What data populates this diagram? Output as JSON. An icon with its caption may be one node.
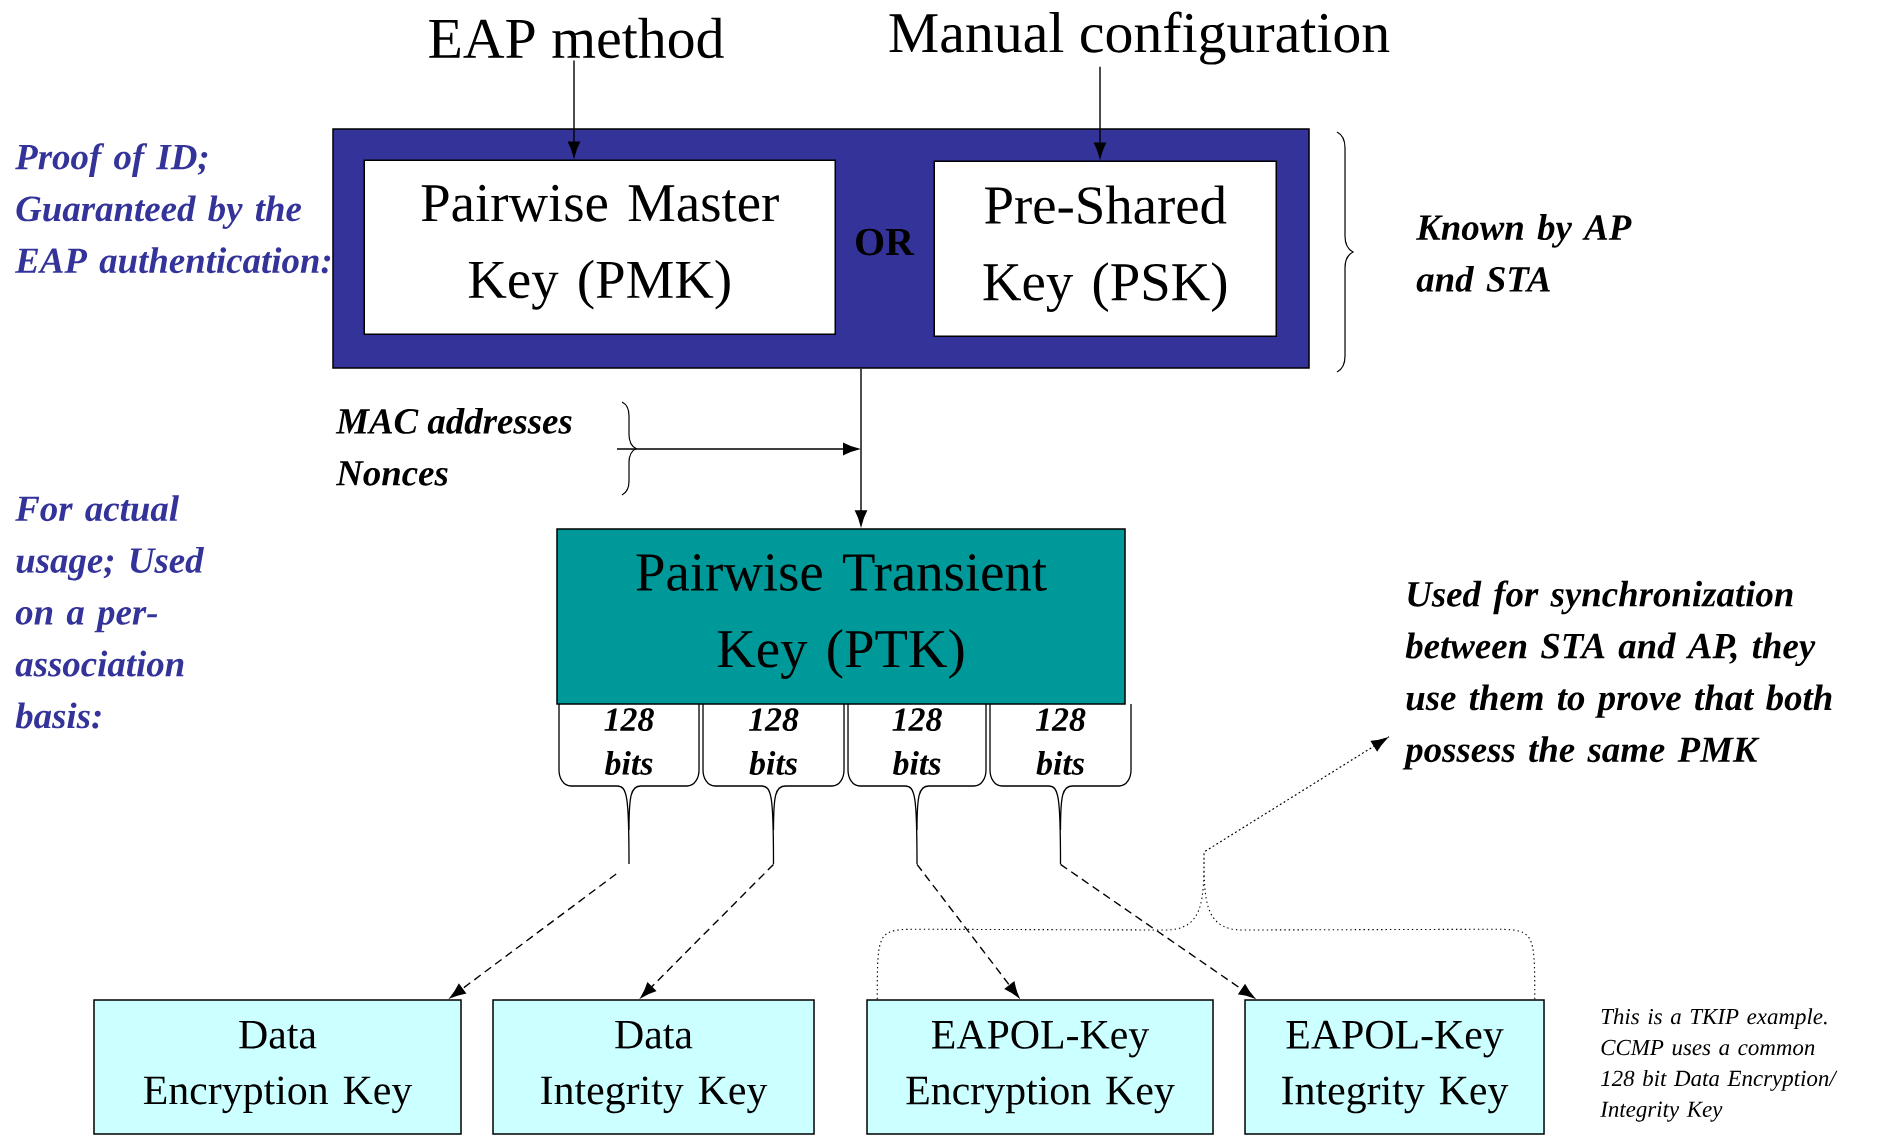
{
  "diagram": {
    "nodes": [
      {
        "text": [
          "EAP method"
        ]
      },
      {
        "text": [
          "Manual configuration"
        ]
      },
      {
        "text": [
          "OR"
        ],
        "beside": [
          "Known by AP and STA"
        ]
      },
      {
        "text": [
          "Pairwise Master Key (PMK)"
        ],
        "in": 2
      },
      {
        "text": [
          "Pre-Shared Key (PSK)"
        ],
        "in": 2
      },
      {
        "text": [
          "MAC addresses",
          "Nonces"
        ]
      },
      {
        "text": [
          "Pairwise Transient Key (PTK)"
        ]
      },
      {
        "text": [
          "128 bits"
        ]
      },
      {
        "text": [
          "128 bits"
        ]
      },
      {
        "text": [
          "128 bits"
        ]
      },
      {
        "text": [
          "128 bits"
        ]
      },
      {
        "text": [
          "Data Encryption Key"
        ]
      },
      {
        "text": [
          "Data Integrity Key"
        ]
      },
      {
        "text": [
          "EAPOL-Key Encryption Key"
        ]
      },
      {
        "text": [
          "EAPOL-Key Integrity Key"
        ]
      },
      {
        "text": [
          "Used for synchronization between STA and AP, they use them to prove that both possess the same PMK"
        ]
      }
    ],
    "edges": [
      {
        "from": 0,
        "to": 3,
        "arrow": "to"
      },
      {
        "from": 1,
        "to": 4,
        "arrow": "to"
      },
      {
        "from": 2,
        "to": 6,
        "arrow": "to"
      },
      {
        "from": 5,
        "to": null,
        "arrow": "to"
      },
      {
        "from": 7,
        "to": 11,
        "arrow": "to",
        "style": "dashed"
      },
      {
        "from": 8,
        "to": 12,
        "arrow": "to",
        "style": "dashed"
      },
      {
        "from": 9,
        "to": 13,
        "arrow": "to",
        "style": "dashed"
      },
      {
        "from": 10,
        "to": 14,
        "arrow": "to",
        "style": "dashed"
      },
      {
        "from": 13,
        "to": 15,
        "arrow": "to",
        "style": "dashed"
      },
      {
        "from": 14,
        "to": 15,
        "arrow": "to",
        "style": "dashed"
      }
    ],
    "labels": [
      "Proof of ID; Guaranteed by the EAP authentication:",
      "For actual usage; Used on a per-association basis:",
      "This is a TKIP example. CCMP uses a common 128 bit Data Encryption/ Integrity Key"
    ]
  }
}
